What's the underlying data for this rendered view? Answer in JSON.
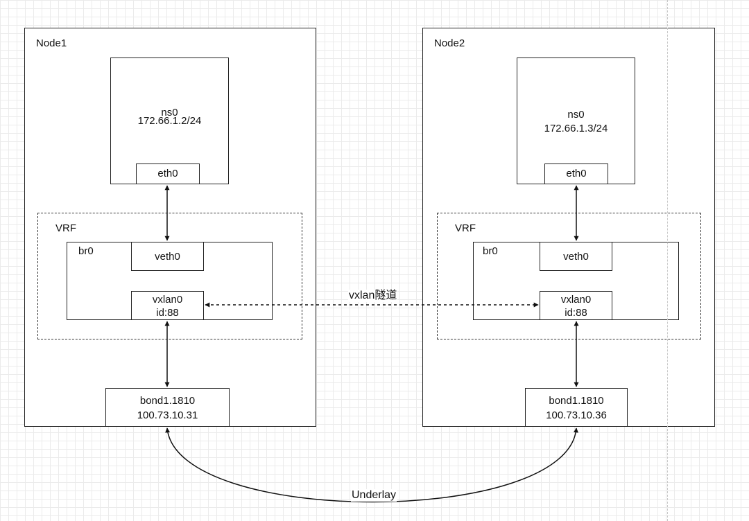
{
  "node1": {
    "title": "Node1",
    "ns": {
      "name": "ns0",
      "ip": "172.66.1.2/24"
    },
    "eth": "eth0",
    "vrf": "VRF",
    "bridge": "br0",
    "veth": "veth0",
    "vxlan": {
      "name": "vxlan0",
      "id": "id:88"
    },
    "bond": {
      "name": "bond1.1810",
      "ip": "100.73.10.31"
    }
  },
  "node2": {
    "title": "Node2",
    "ns": {
      "name": "ns0",
      "ip": "172.66.1.3/24"
    },
    "eth": "eth0",
    "vrf": "VRF",
    "bridge": "br0",
    "veth": "veth0",
    "vxlan": {
      "name": "vxlan0",
      "id": "id:88"
    },
    "bond": {
      "name": "bond1.1810",
      "ip": "100.73.10.36"
    }
  },
  "links": {
    "tunnel": "vxlan隧道",
    "underlay": "Underlay"
  },
  "colors": {
    "line": "#111111",
    "box_border": "#222222",
    "grid": "#ebebeb"
  }
}
